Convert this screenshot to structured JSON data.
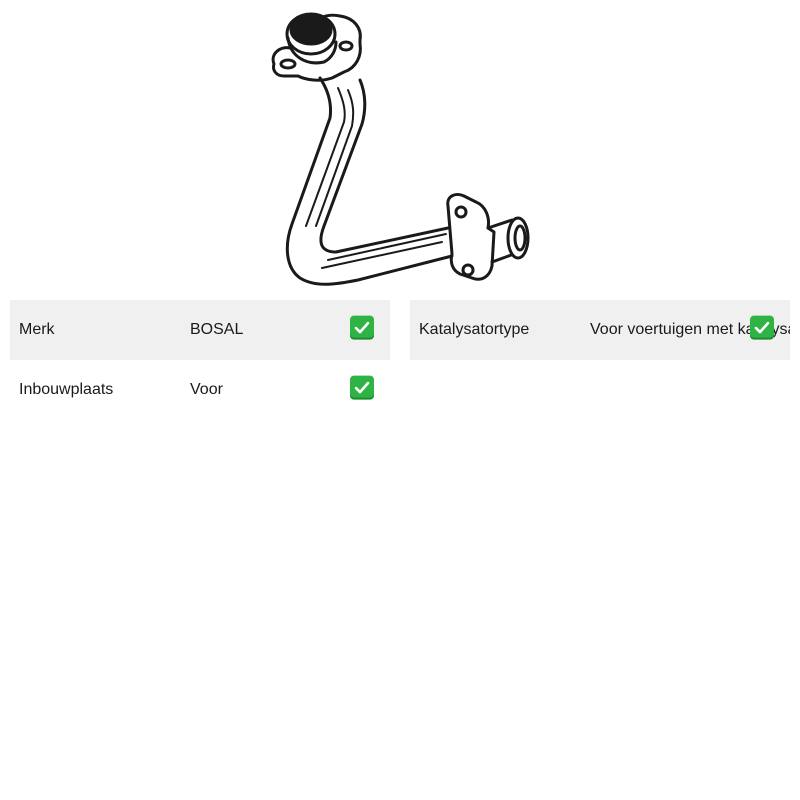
{
  "specs_left": [
    {
      "label": "Merk",
      "value": "BOSAL",
      "icon": "check-mark-icon",
      "status_color": "#2fb344"
    },
    {
      "label": "Inbouwplaats",
      "value": "Voor",
      "icon": "check-mark-icon",
      "status_color": "#2fb344"
    }
  ],
  "specs_right": [
    {
      "label": "Katalysatortype",
      "value": "Voor voertuigen met katalysator",
      "icon": "check-mark-icon",
      "status_color": "#2fb344"
    }
  ]
}
